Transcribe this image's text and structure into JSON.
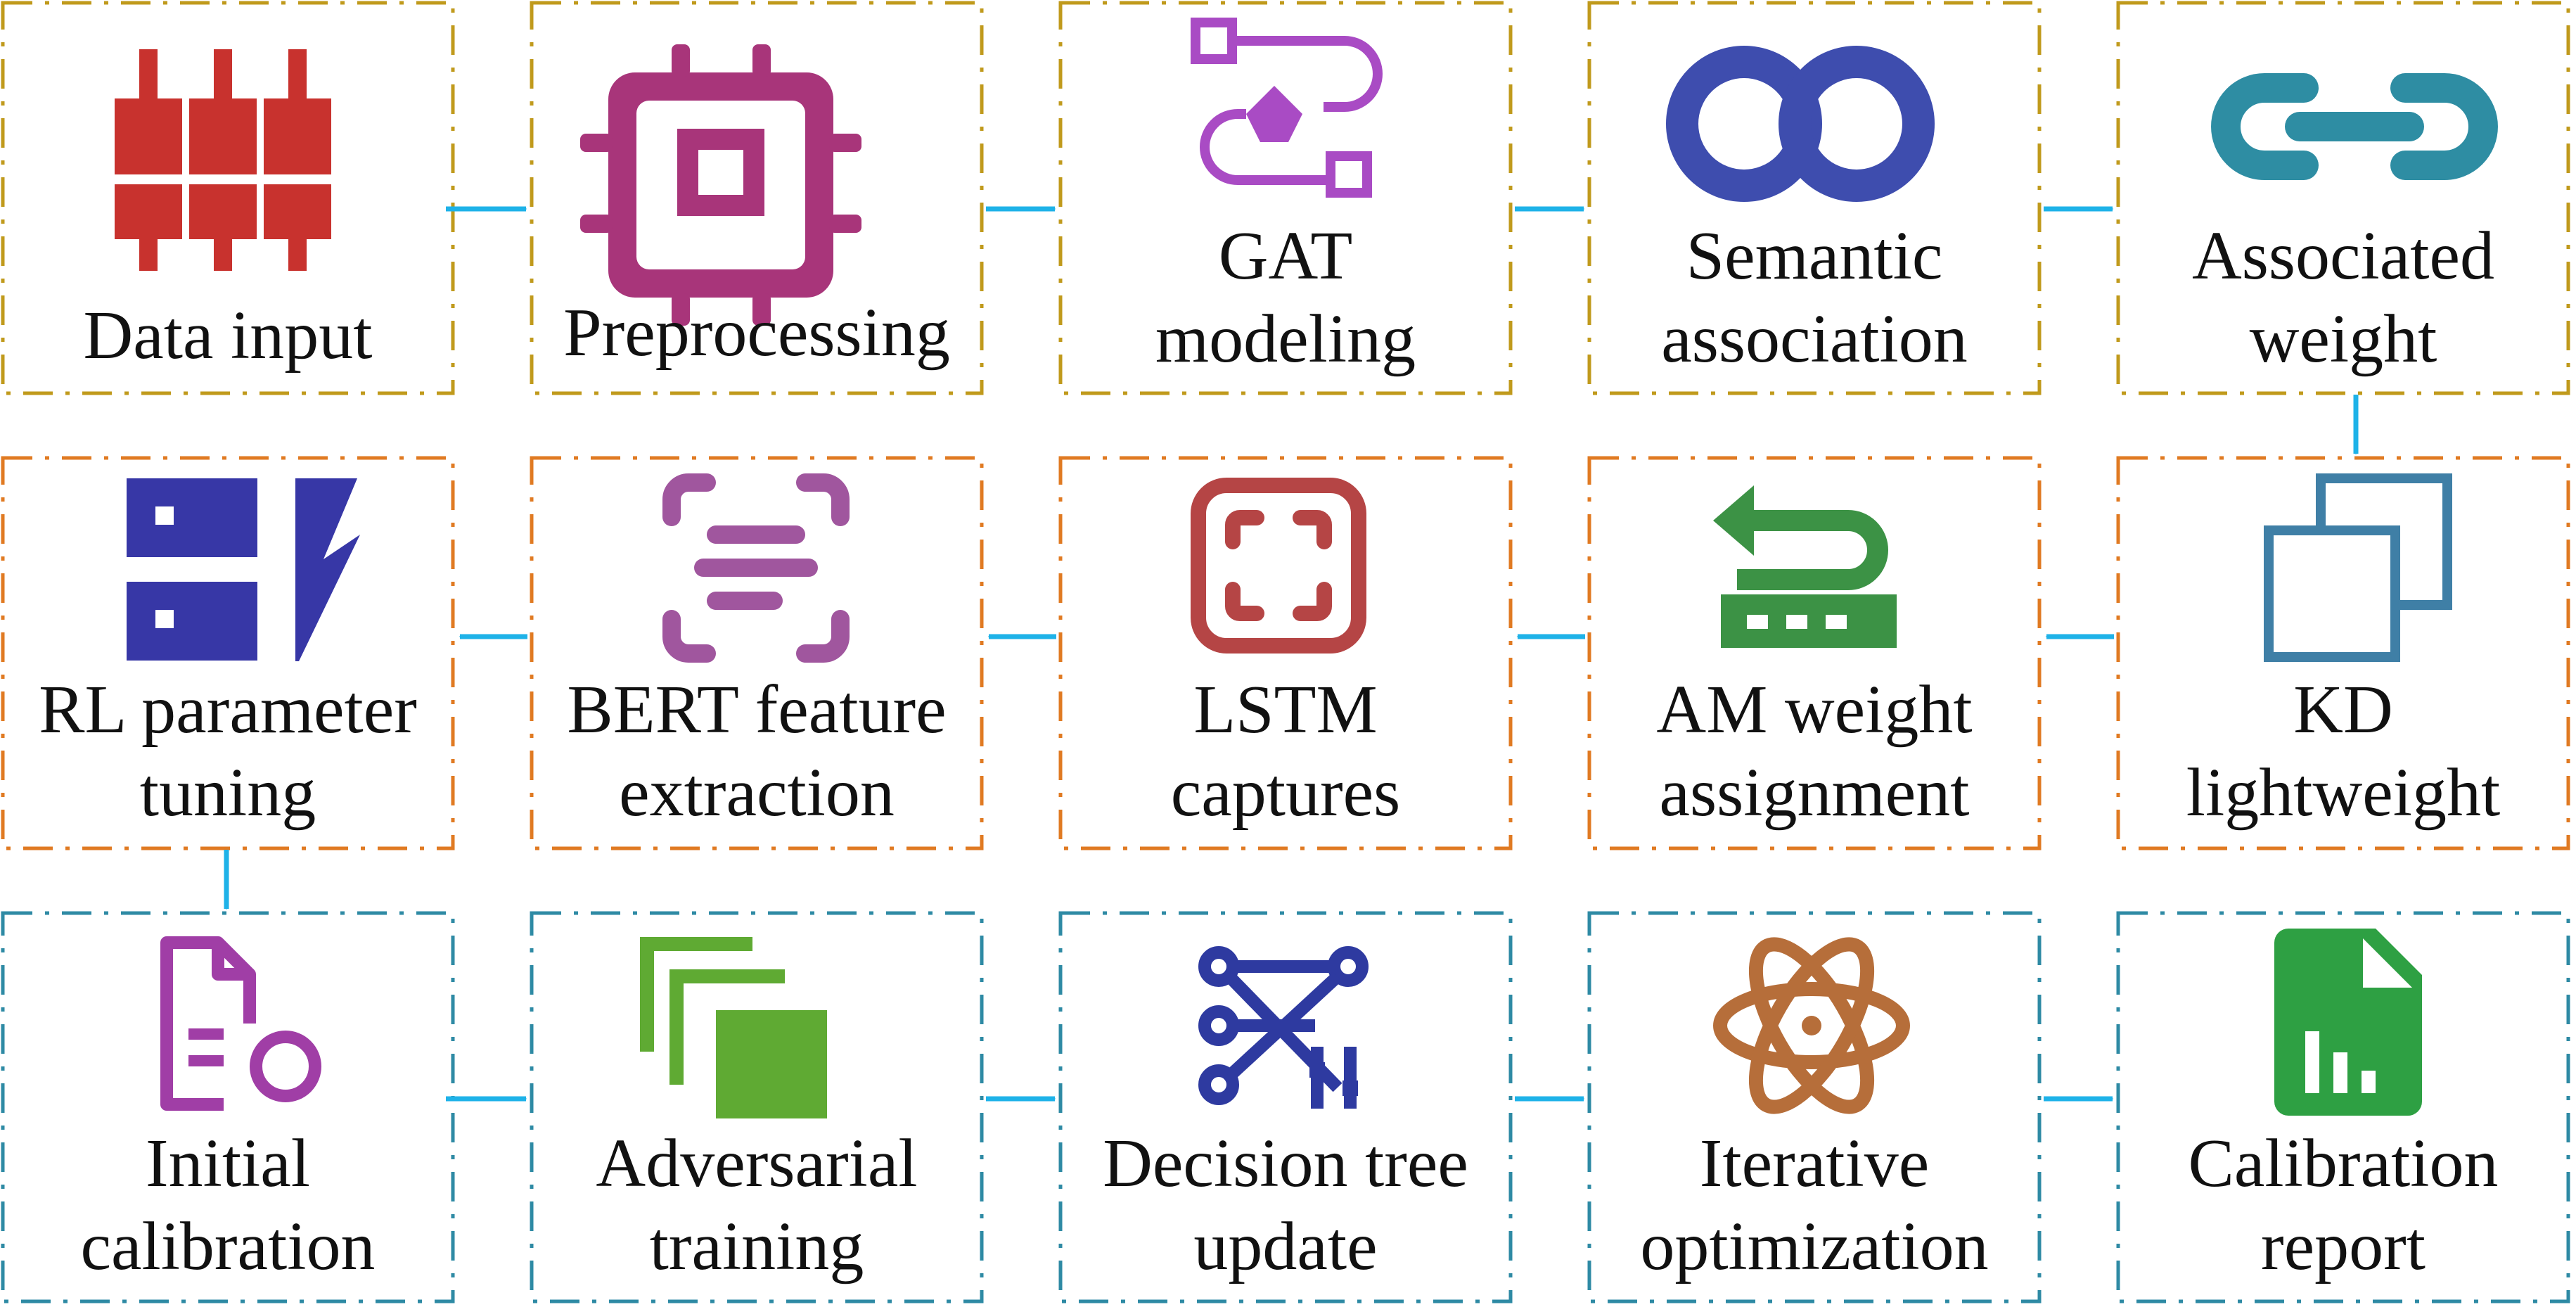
{
  "diagram": {
    "rows": [
      {
        "border_color": "#C09A1C",
        "dot_color": "#E0881C",
        "direction": "left-to-right",
        "nodes": [
          {
            "label": [
              "Data input"
            ],
            "icon": "candlestick-chart-icon",
            "icon_color": "#C8322E"
          },
          {
            "label": [
              "Preprocessing"
            ],
            "icon": "processor-chip-icon",
            "icon_color": "#A8357A"
          },
          {
            "label": [
              "GAT",
              "modeling"
            ],
            "icon": "workflow-path-icon",
            "icon_color": "#A94BC4"
          },
          {
            "label": [
              "Semantic",
              "association"
            ],
            "icon": "linked-rings-icon",
            "icon_color": "#3E4DAE"
          },
          {
            "label": [
              "Associated",
              "weight"
            ],
            "icon": "chain-link-icon",
            "icon_color": "#2E8DA3"
          }
        ]
      },
      {
        "border_color": "#E07A22",
        "dot_color": "#E07A22",
        "direction": "right-to-left",
        "nodes": [
          {
            "label": [
              "RL parameter",
              "tuning"
            ],
            "icon": "server-lightning-icon",
            "icon_color": "#3737A6"
          },
          {
            "label": [
              "BERT feature",
              "extraction"
            ],
            "icon": "text-scan-icon",
            "icon_color": "#A0569E"
          },
          {
            "label": [
              "LSTM",
              "captures"
            ],
            "icon": "screen-capture-icon",
            "icon_color": "#B54545"
          },
          {
            "label": [
              "AM weight",
              "assignment"
            ],
            "icon": "undo-keyboard-icon",
            "icon_color": "#3C9245"
          },
          {
            "label": [
              "KD",
              "lightweight"
            ],
            "icon": "copy-squares-icon",
            "icon_color": "#3F7FA6"
          }
        ]
      },
      {
        "border_color": "#2E8AA4",
        "dot_color": "#2E8AA4",
        "direction": "left-to-right",
        "nodes": [
          {
            "label": [
              "Initial",
              "calibration"
            ],
            "icon": "document-form-icon",
            "icon_color": "#A03EA6"
          },
          {
            "label": [
              "Adversarial",
              "training"
            ],
            "icon": "stacked-layers-icon",
            "icon_color": "#5FAA33"
          },
          {
            "label": [
              "Decision tree",
              "update"
            ],
            "icon": "branch-network-icon",
            "icon_color": "#2E3AA0"
          },
          {
            "label": [
              "Iterative",
              "optimization"
            ],
            "icon": "atom-icon",
            "icon_color": "#B66E3A"
          },
          {
            "label": [
              "Calibration",
              "report"
            ],
            "icon": "report-chart-icon",
            "icon_color": "#2EA043"
          }
        ]
      }
    ],
    "arrow_color": "#1EB2E8"
  }
}
